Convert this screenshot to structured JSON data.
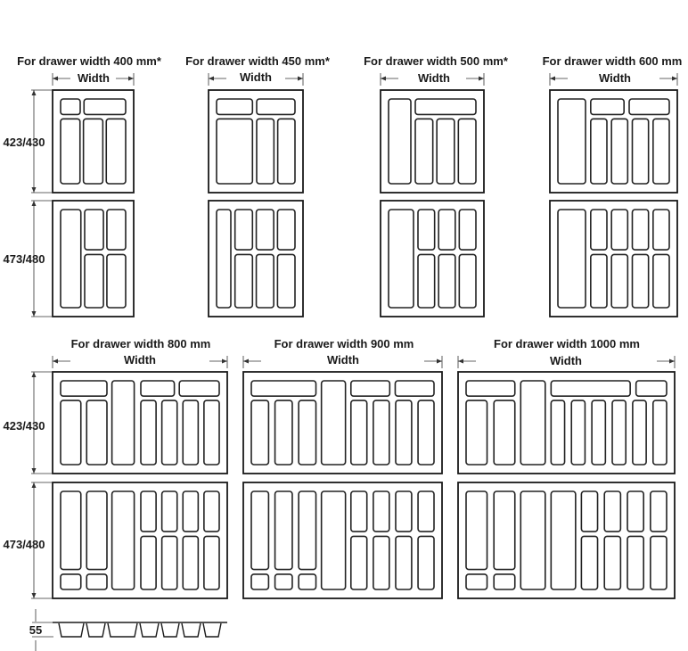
{
  "trays": [
    {
      "id": "400",
      "title": "For drawer width 400 mm*",
      "width_label": "Width"
    },
    {
      "id": "450",
      "title": "For drawer width 450 mm*",
      "width_label": "Width"
    },
    {
      "id": "500",
      "title": "For drawer width 500 mm*",
      "width_label": "Width"
    },
    {
      "id": "600",
      "title": "For drawer width 600 mm",
      "width_label": "Width"
    },
    {
      "id": "800",
      "title": "For drawer width 800 mm",
      "width_label": "Width"
    },
    {
      "id": "900",
      "title": "For drawer width 900 mm",
      "width_label": "Width"
    },
    {
      "id": "1000",
      "title": "For drawer width 1000 mm",
      "width_label": "Width"
    }
  ],
  "depth_labels": {
    "short": "423/430",
    "long": "473/480"
  },
  "height_label": "55",
  "colors": {
    "line": "#1a1a1a",
    "background": "#ffffff"
  }
}
